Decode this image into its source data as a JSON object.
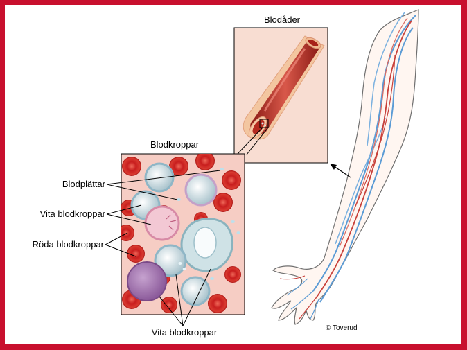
{
  "panels": {
    "vessel_title": "Blodåder",
    "cells_title": "Blodkroppar"
  },
  "labels": {
    "platelets": "Blodplättar",
    "white_cells_left": "Vita blodkroppar",
    "red_cells": "Röda blodkroppar",
    "white_cells_bottom": "Vita blodkroppar"
  },
  "credit": "© Toverud",
  "colors": {
    "border": "#c8102e",
    "red_cell": "#d42a2a",
    "panel_fill": "#f6cdc4",
    "vein": "#5b9bd5",
    "artery": "#c8403a"
  }
}
